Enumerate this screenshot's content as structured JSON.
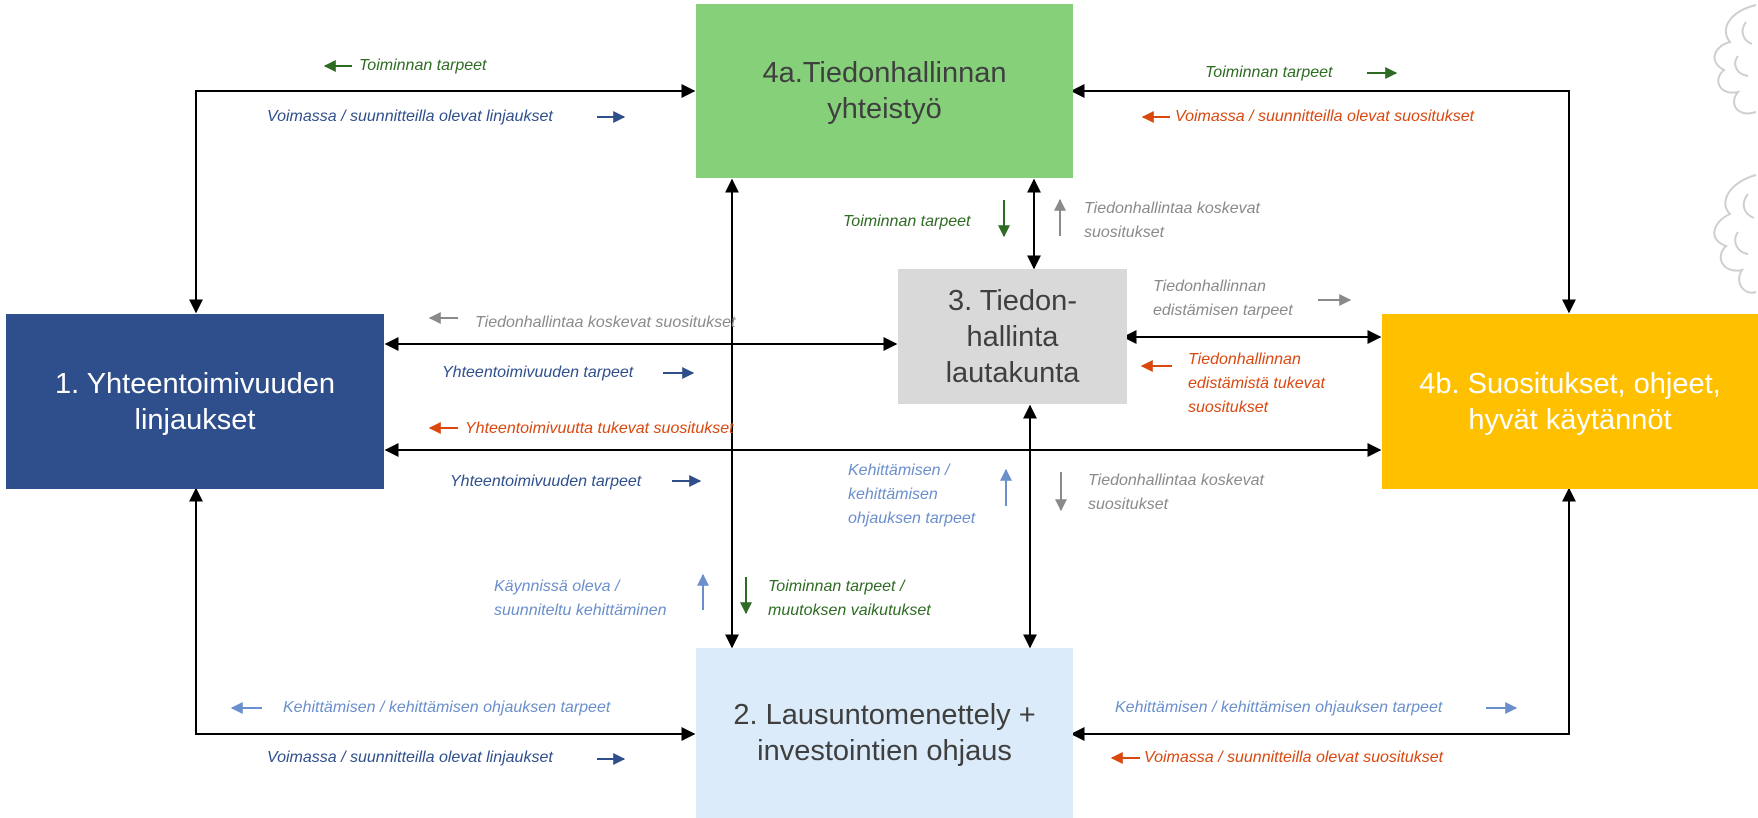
{
  "colors": {
    "box1": "#2F4F8C",
    "box2": "#DCEBF9",
    "box3": "#D9D9D9",
    "box4a": "#86D07A",
    "box4b": "#FFC000",
    "blue_text": "#2F4F8C",
    "green_text": "#2E6B23",
    "red_text": "#D9480F",
    "grey_text": "#8A8A8A",
    "lightblue_text": "#6A8FCC"
  },
  "boxes": {
    "box1": "1. Yhteentoimivuuden\nlinjaukset",
    "box2": "2. Lausuntomenettely +\ninvestointien ohjaus",
    "box3": "3. Tiedon-\nhallinta\nlautakunta",
    "box4a": "4a.Tiedonhallinnan\nyhteistyö",
    "box4b": "4b. Suositukset, ohjeet,\nhyvät käytännöt"
  },
  "labels": {
    "l01": "Toiminnan tarpeet",
    "l02": "Voimassa / suunnitteilla olevat linjaukset",
    "l03": "Toiminnan tarpeet",
    "l04": "Voimassa  / suunnitteilla olevat suositukset",
    "l05": "Toiminnan tarpeet",
    "l06": "Tiedonhallintaa koskevat\nsuositukset",
    "l07": "Tiedonhallintaa koskevat suositukset",
    "l08": "Yhteentoimivuuden tarpeet",
    "l09": "Yhteentoimivuutta tukevat suositukset",
    "l10": "Yhteentoimivuuden tarpeet",
    "l11": "Tiedonhallinnan\nedistämisen tarpeet",
    "l12": "Tiedonhallinnan\nedistämistä tukevat\nsuositukset",
    "l13": "Kehittämisen /\nkehittämisen\nohjauksen tarpeet",
    "l14": "Tiedonhallintaa koskevat\nsuositukset",
    "l15": "Käynnissä oleva /\nsuunniteltu kehittäminen",
    "l16": "Toiminnan tarpeet /\nmuutoksen vaikutukset",
    "l17": "Kehittämisen / kehittämisen ohjauksen tarpeet",
    "l18": "Kehittämisen / kehittämisen ohjauksen tarpeet",
    "l19": "Voimassa / suunnitteilla olevat linjaukset",
    "l20": "Voimassa  / suunnitteilla olevat suositukset"
  }
}
